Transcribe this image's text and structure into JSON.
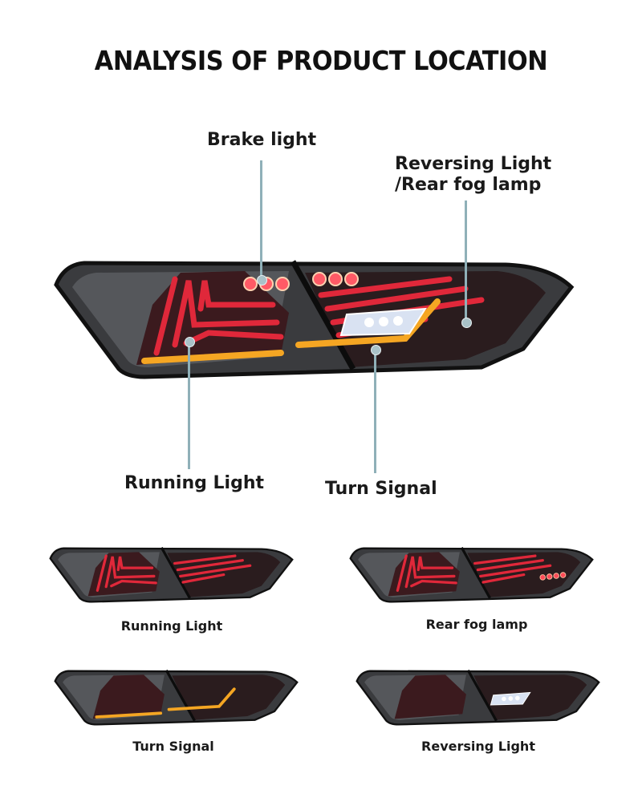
{
  "title": "ANALYSIS OF PRODUCT LOCATION",
  "callouts": {
    "brake": "Brake light",
    "reversing_line1": "Reversing Light",
    "reversing_line2": "/Rear fog lamp",
    "running": "Running Light",
    "turn": "Turn Signal"
  },
  "variants": [
    {
      "label": "Running Light",
      "mode": "running"
    },
    {
      "label": "Rear fog lamp",
      "mode": "fog"
    },
    {
      "label": "Turn Signal",
      "mode": "turn"
    },
    {
      "label": "Reversing Light",
      "mode": "reverse"
    }
  ],
  "colors": {
    "red": "#e0283a",
    "amber": "#f5a623",
    "leader": "#8fb0b8",
    "body": "#2a2a2c"
  }
}
